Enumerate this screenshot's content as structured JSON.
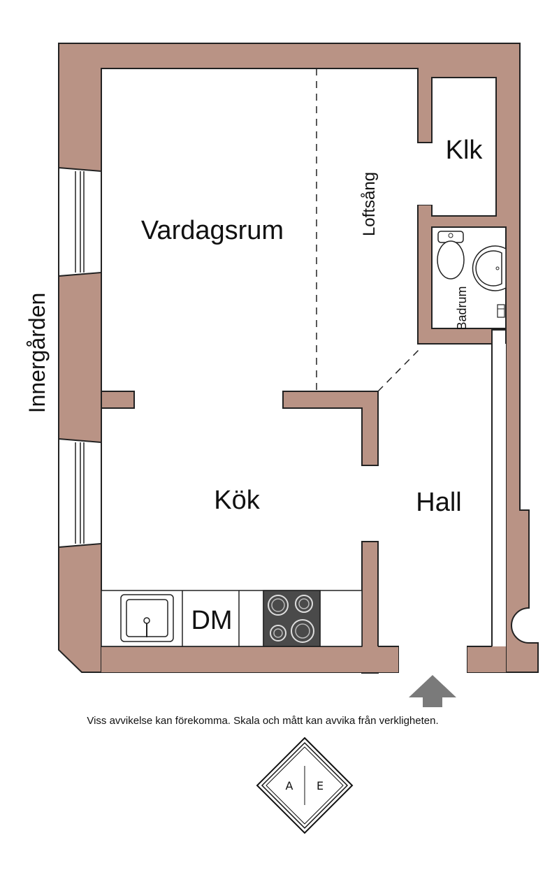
{
  "rooms": {
    "vardagsrum": "Vardagsrum",
    "loftsang": "Loftsång",
    "klk": "Klk",
    "badrum": "Badrum",
    "kok": "Kök",
    "hall": "Hall",
    "dm": "DM"
  },
  "outside_label": "Innergården",
  "disclaimer": "Viss avvikelse kan förekomma. Skala och mått kan avvika från verkligheten.",
  "logo": {
    "left": "A",
    "right": "E"
  },
  "colors": {
    "wall": "#b99385",
    "outline": "#222222",
    "stove": "#4a4a4a",
    "arrow": "#7a7a7a"
  }
}
